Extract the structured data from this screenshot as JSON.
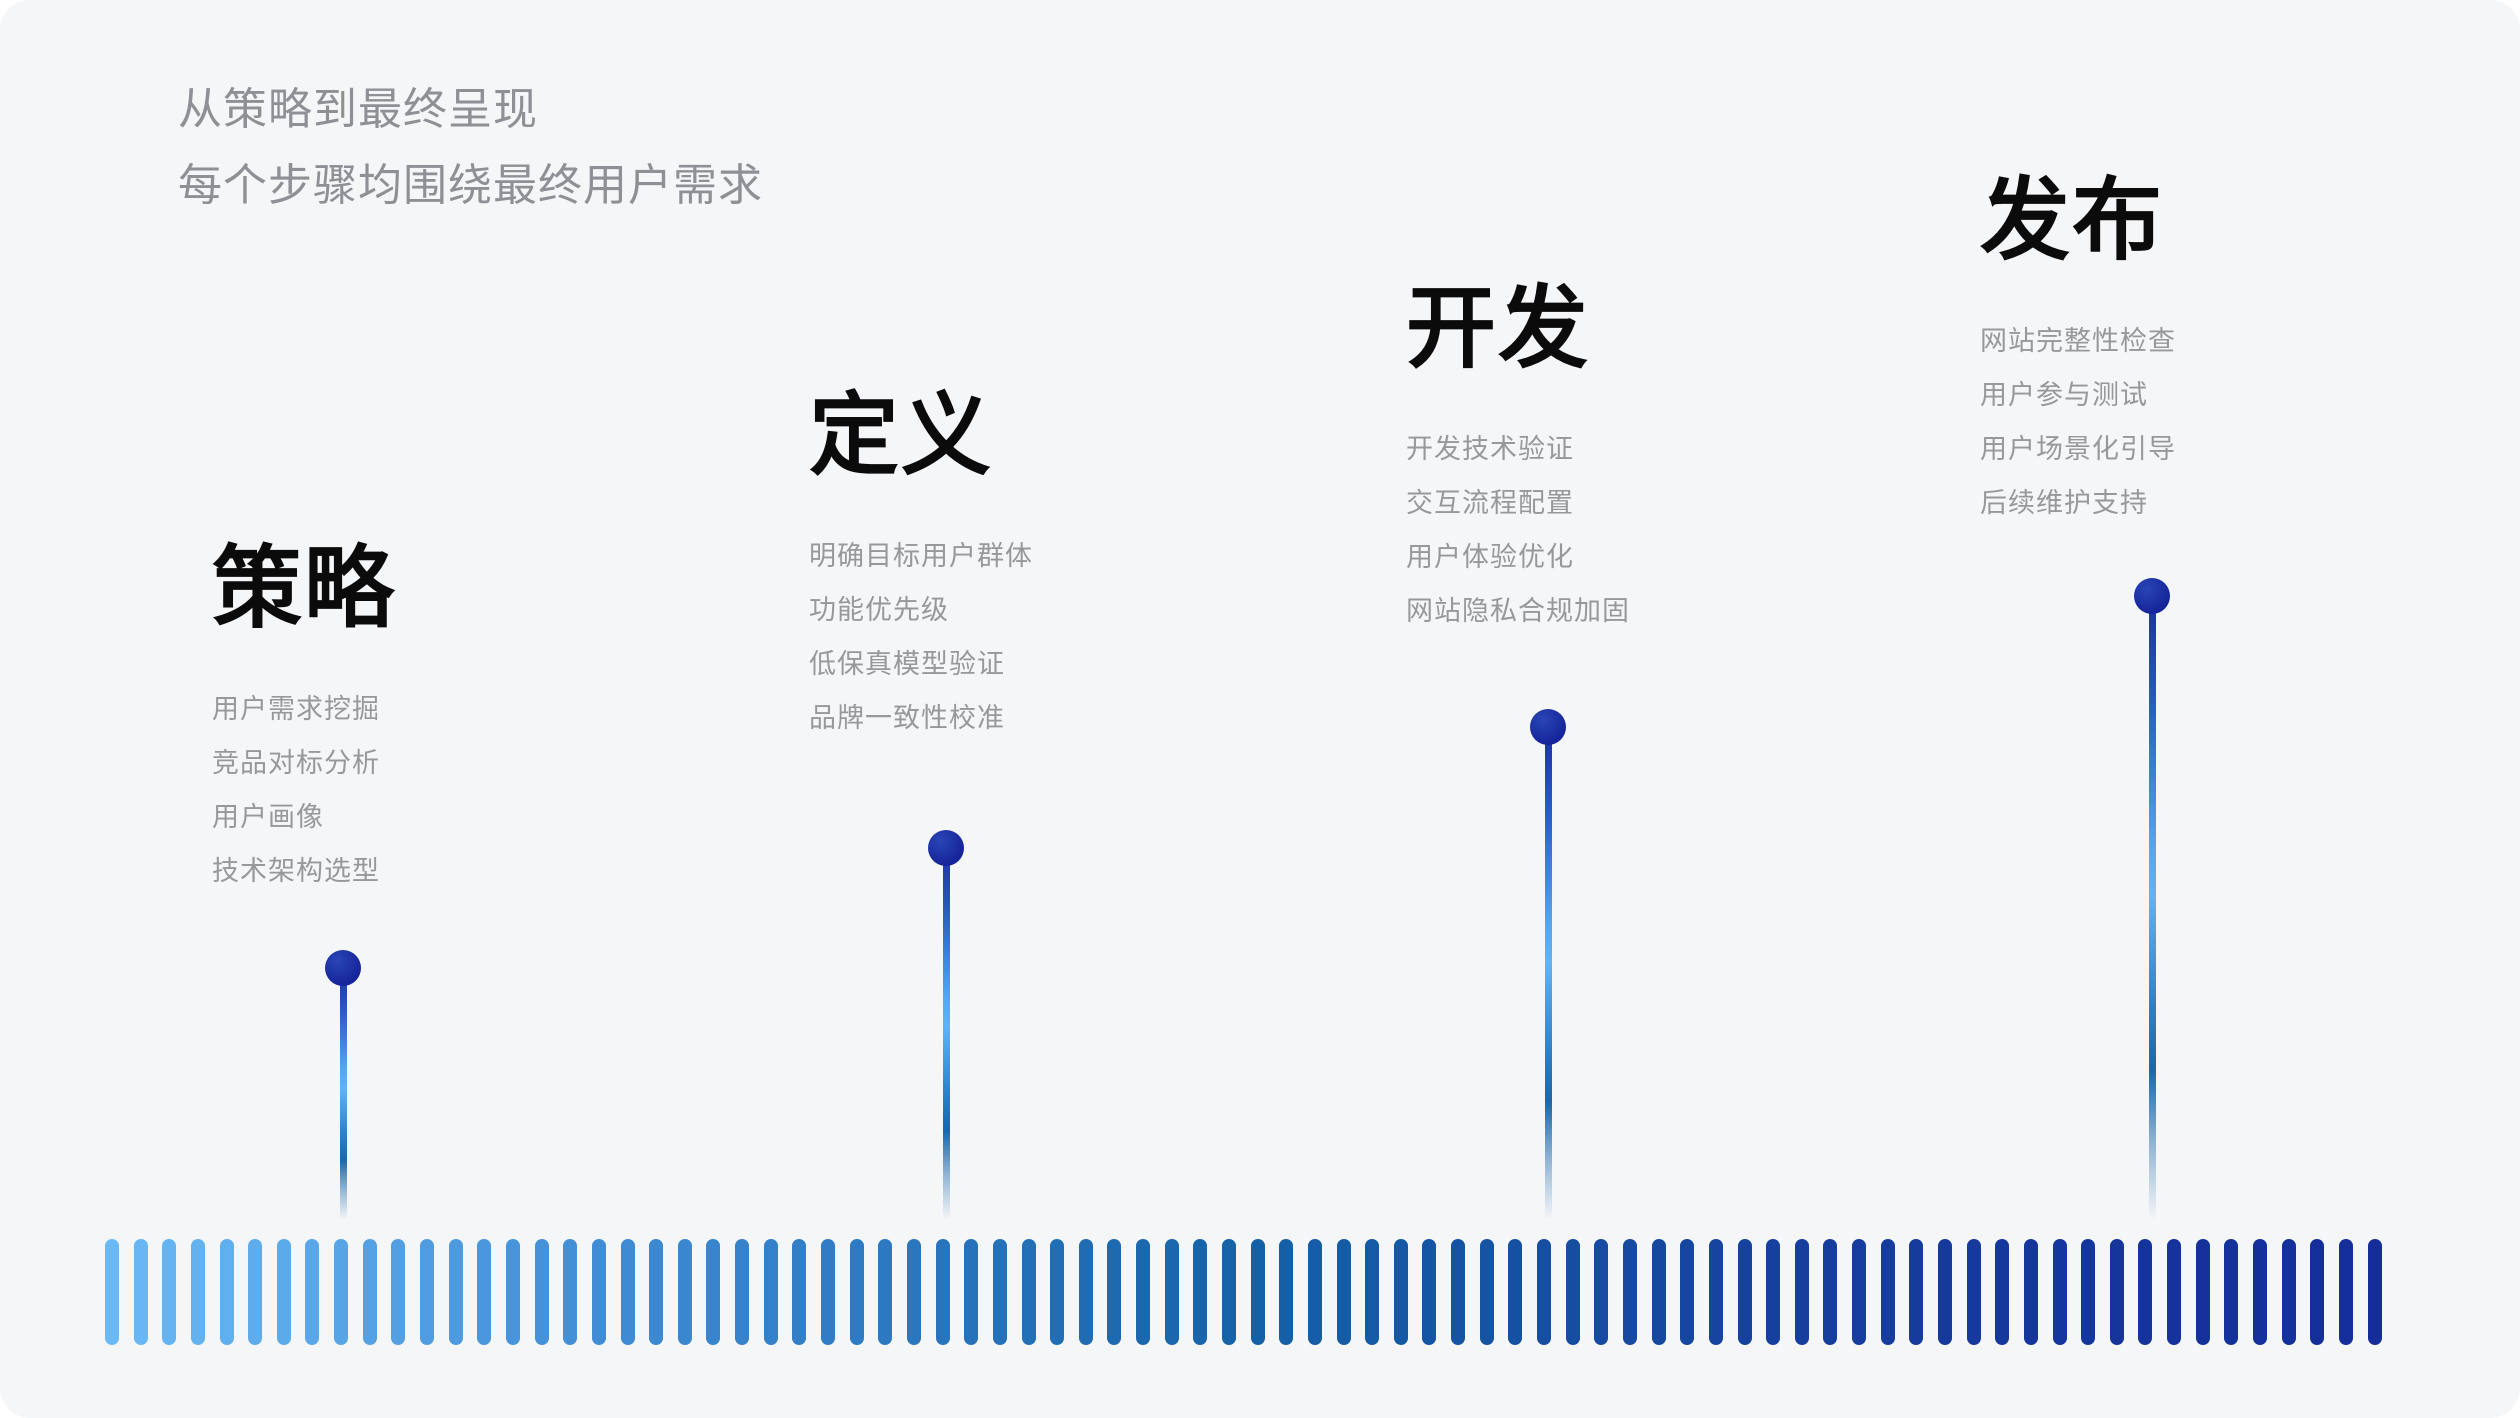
{
  "header": {
    "line1": "从策略到最终呈现",
    "line2": "每个步骤均围绕最终用户需求"
  },
  "stages": [
    {
      "title": "策略",
      "items": [
        "用户需求挖掘",
        "竞品对标分析",
        "用户画像",
        "技术架构选型"
      ]
    },
    {
      "title": "定义",
      "items": [
        "明确目标用户群体",
        "功能优先级",
        "低保真模型验证",
        "品牌一致性校准"
      ]
    },
    {
      "title": "开发",
      "items": [
        "开发技术验证",
        "交互流程配置",
        "用户体验优化",
        "网站隐私合规加固"
      ]
    },
    {
      "title": "发布",
      "items": [
        "网站完整性检查",
        "用户参与测试",
        "用户场景化引导",
        "后续维护支持"
      ]
    }
  ],
  "timeline": {
    "segments": 80,
    "bar_gradient": [
      "#6ab9f5",
      "#3a86d0",
      "#1562a7",
      "#163e9d",
      "#142d9a"
    ],
    "stem_gradient": [
      "#1b2f9e",
      "#56a5ee",
      "#62b2f4",
      "#2e80c5",
      "#1b67a9"
    ],
    "dot_color": "#16249a"
  },
  "colors": {
    "background": "#f5f6f8",
    "title_text": "#0b0b0c",
    "item_text": "#97989c",
    "header_text": "#8f9095"
  }
}
